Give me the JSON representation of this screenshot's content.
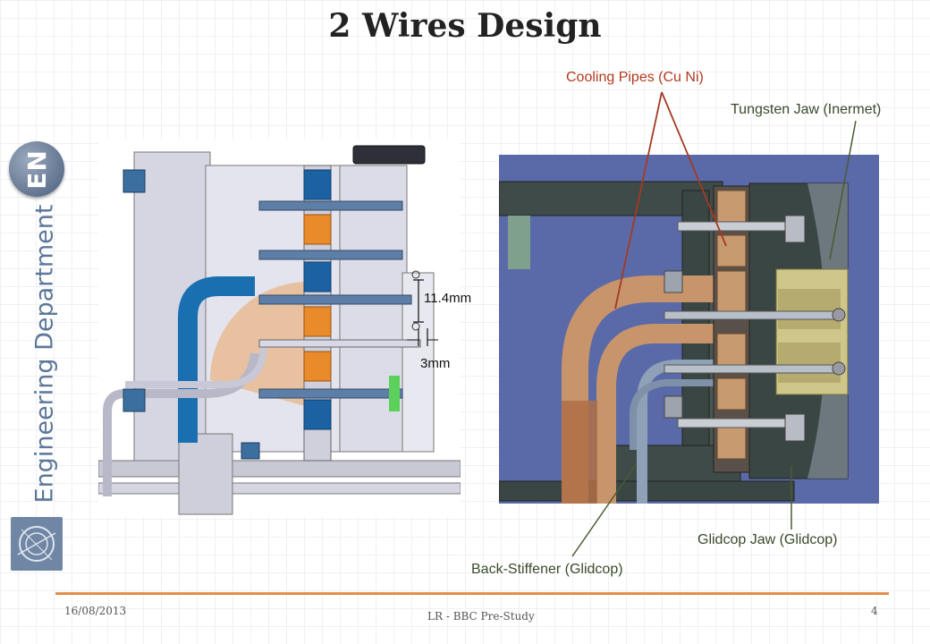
{
  "title": "2 Wires Design",
  "side": {
    "badge": "EN",
    "department": "Engineering Department"
  },
  "labels": {
    "cooling_pipes": "Cooling Pipes (Cu Ni)",
    "tungsten_jaw": "Tungsten Jaw (Inermet)",
    "glidcop_jaw": "Glidcop Jaw (Glidcop)",
    "back_stiffener": "Back-Stiffener (Glidcop)",
    "dim_vertical": "11.4mm",
    "dim_horizontal": "3mm"
  },
  "colors": {
    "cooling_label": "#b2391e",
    "other_label": "#3a4a2a",
    "leader_red": "#a33a23",
    "leader_green": "#4a5a32"
  },
  "footer": {
    "date": "16/08/2013",
    "center": "LR - BBC Pre-Study",
    "page": "4"
  }
}
